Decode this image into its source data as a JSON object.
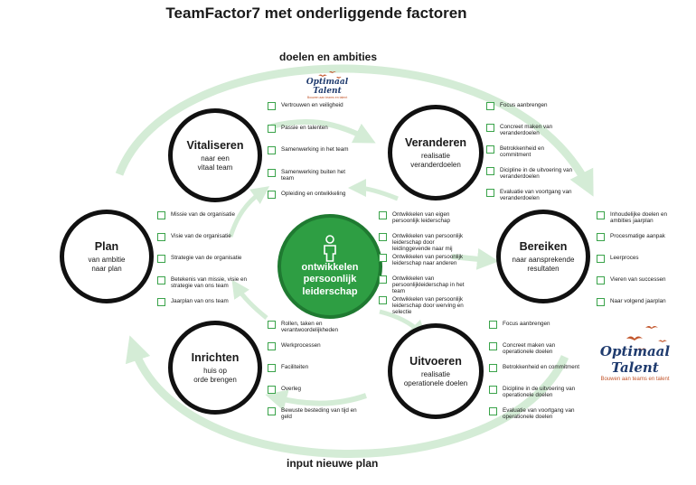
{
  "title": "TeamFactor7 met onderliggende factoren",
  "cycle_labels": {
    "top": "doelen en ambities",
    "bottom": "input nieuwe plan"
  },
  "colors": {
    "arrow": "#d4ecd6",
    "check": "#3aa34a",
    "center": "#2e9e43",
    "logo_text": "#1f3b6e",
    "logo_accent": "#c2562c"
  },
  "nodes": {
    "vitaliseren": {
      "title": "Vitaliseren",
      "sub": "naar een\nvitaal team"
    },
    "veranderen": {
      "title": "Veranderen",
      "sub": "realisatie\nveranderdoelen"
    },
    "plan": {
      "title": "Plan",
      "sub": "van ambitie\nnaar plan"
    },
    "bereiken": {
      "title": "Bereiken",
      "sub": "naar aansprekende\nresultaten"
    },
    "inrichten": {
      "title": "Inrichten",
      "sub": "huis op\norde brengen"
    },
    "uitvoeren": {
      "title": "Uitvoeren",
      "sub": "realisatie\noperationele doelen"
    }
  },
  "center": {
    "title": "ontwikkelen\npersoonlijk\nleiderschap",
    "icon": "person-icon"
  },
  "lists": {
    "vitaliseren": [
      "Vertrouwen en veiligheid",
      "Passie en talenten",
      "Samenwerking in het team",
      "Samenwerking buiten het team",
      "Opleiding en ontwikkeling"
    ],
    "veranderen": [
      "Focus aanbrengen",
      "Concreet maken van veranderdoelen",
      "Betrokkenheid en commitment",
      "Dicipline in de uitvoering van veranderdoelen",
      "Evaluatie van voortgang van veranderdoelen"
    ],
    "plan": [
      "Missie van de organisatie",
      "Visie van de organisatie",
      "Strategie van de organisatie",
      "Betekenis van missie, visie en strategie van ons team",
      "Jaarplan van ons team"
    ],
    "center": [
      "Ontwikkelen van eigen persoonlijk leiderschap",
      "Ontwikkelen van persoonlijk leiderschap door leidinggevende naar mij",
      "Ontwikkelen van persoonlijk leiderschap naar anderen",
      "Ontwikkelen van persoonlijkleiderschap in het team",
      "Ontwikkelen van persoonlijk leiderschap door werving en selectie"
    ],
    "bereiken": [
      "Inhoudelijke doelen en ambities jaarplan",
      "Procesmatige aanpak",
      "Leerproces",
      "Vieren van successen",
      "Naar volgend jaarplan"
    ],
    "inrichten": [
      "Rollen, taken en verantwoordelijkheden",
      "Werkprocessen",
      "Faciliteiten",
      "Overleg",
      "Bewuste besteding van tijd en geld"
    ],
    "uitvoeren": [
      "Focus aanbrengen",
      "Concreet maken van operationele doelen",
      "Betrokkenheid en commitment",
      "Dicipline in de uitvoering van operationele doelen",
      "Evaluatie van voortgang van operationele doelen"
    ]
  },
  "logo": {
    "name": "Optimaal Talent",
    "tagline": "Bouwen aan teams en talent"
  }
}
